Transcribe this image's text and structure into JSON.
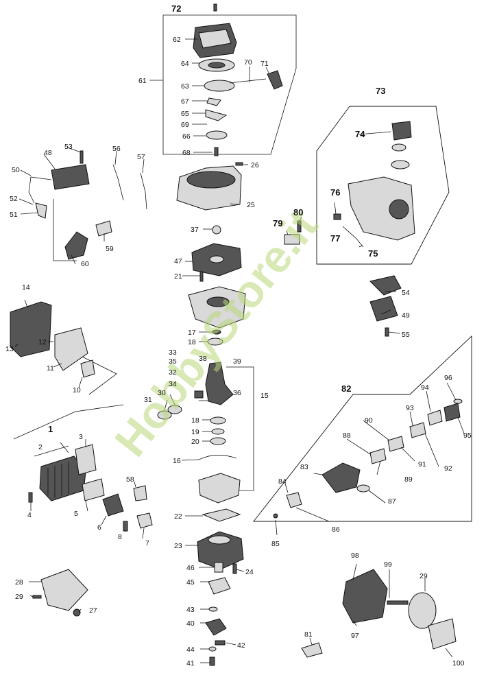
{
  "watermark": "HobbyStore.it",
  "labels": {
    "p1": "1",
    "p2": "2",
    "p3": "3",
    "p4": "4",
    "p5": "5",
    "p6": "6",
    "p7": "7",
    "p8": "8",
    "p10": "10",
    "p11": "11",
    "p12": "12",
    "p13": "13",
    "p14": "14",
    "p15": "15",
    "p16": "16",
    "p17": "17",
    "p18a": "18",
    "p18b": "18",
    "p19": "19",
    "p20": "20",
    "p21": "21",
    "p22": "22",
    "p23": "23",
    "p24": "24",
    "p25": "25",
    "p26": "26",
    "p27": "27",
    "p28": "28",
    "p29a": "29",
    "p29b": "29",
    "p30": "30",
    "p31": "31",
    "p32": "32",
    "p33": "33",
    "p34": "34",
    "p35": "35",
    "p36": "36",
    "p37": "37",
    "p38": "38",
    "p39": "39",
    "p40": "40",
    "p41": "41",
    "p42": "42",
    "p43": "43",
    "p44": "44",
    "p45": "45",
    "p46": "46",
    "p47": "47",
    "p48": "48",
    "p49": "49",
    "p50": "50",
    "p51": "51",
    "p52": "52",
    "p53": "53",
    "p54": "54",
    "p55": "55",
    "p56": "56",
    "p57": "57",
    "p58": "58",
    "p59": "59",
    "p60": "60",
    "p61": "61",
    "p62": "62",
    "p63": "63",
    "p64": "64",
    "p65": "65",
    "p66": "66",
    "p67": "67",
    "p68": "68",
    "p69": "69",
    "p70": "70",
    "p71": "71",
    "p72": "72",
    "p73": "73",
    "p74": "74",
    "p75": "75",
    "p76": "76",
    "p77": "77",
    "p79": "79",
    "p80": "80",
    "p81": "81",
    "p82": "82",
    "p83": "83",
    "p84": "84",
    "p85": "85",
    "p86": "86",
    "p87": "87",
    "p88": "88",
    "p89": "89",
    "p90": "90",
    "p91": "91",
    "p92": "92",
    "p93": "93",
    "p94": "94",
    "p95": "95",
    "p96": "96",
    "p97": "97",
    "p98": "98",
    "p99": "99",
    "p100": "100"
  }
}
